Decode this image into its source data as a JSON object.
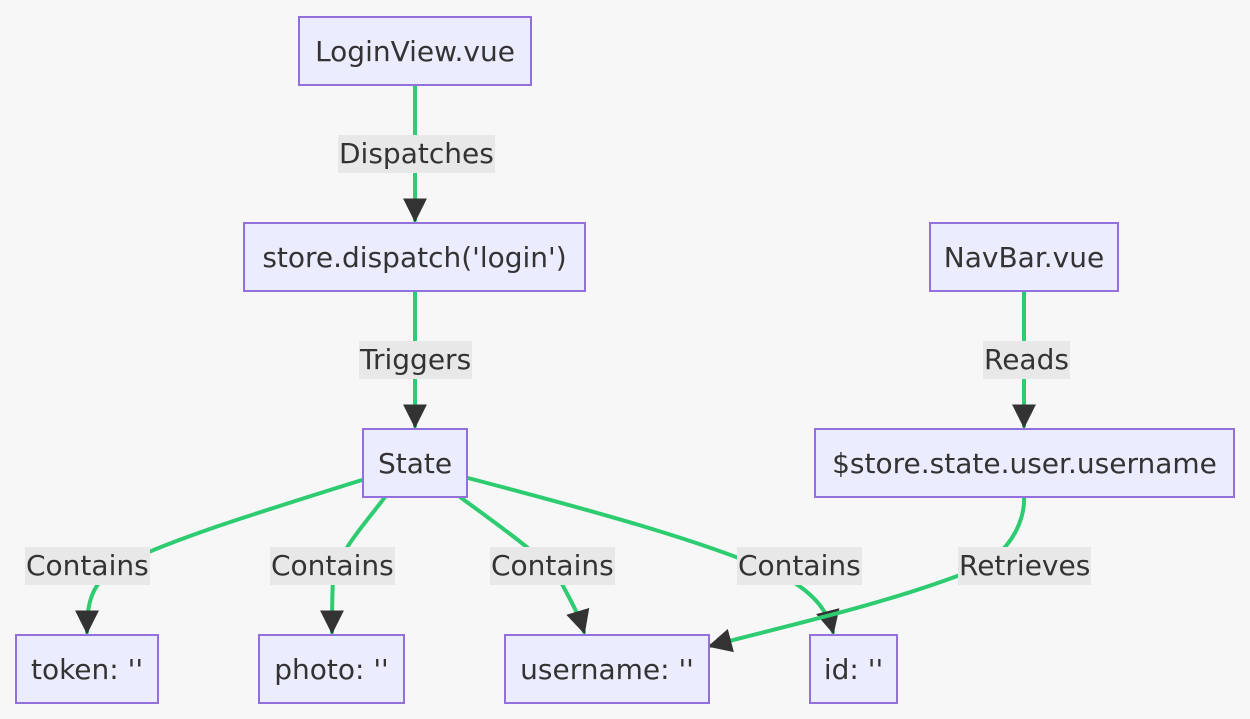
{
  "colors": {
    "edge": "#2ecc71",
    "node_fill": "#ececff",
    "node_border": "#9370db",
    "label_bg": "#e8e8e8",
    "background": "#f7f7f7"
  },
  "nodes": {
    "login_view": "LoginView.vue",
    "dispatch": "store.dispatch('login')",
    "state": "State",
    "navbar": "NavBar.vue",
    "store_username": "$store.state.user.username",
    "token": "token: ''",
    "photo": "photo: ''",
    "username": "username: ''",
    "id": "id: ''"
  },
  "edges": {
    "dispatches": "Dispatches",
    "triggers": "Triggers",
    "contains_token": "Contains",
    "contains_photo": "Contains",
    "contains_username": "Contains",
    "contains_id": "Contains",
    "reads": "Reads",
    "retrieves": "Retrieves"
  }
}
